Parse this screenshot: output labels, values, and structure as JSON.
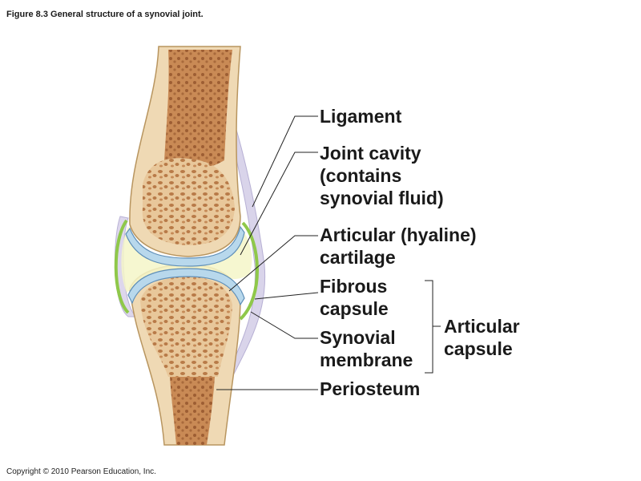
{
  "caption": "Figure 8.3  General structure of a synovial joint.",
  "copyright": "Copyright © 2010 Pearson Education, Inc.",
  "labels": {
    "ligament": "Ligament",
    "joint_cavity": [
      "Joint cavity",
      "(contains",
      "synovial fluid)"
    ],
    "articular_cartilage": [
      "Articular (hyaline)",
      "cartilage"
    ],
    "fibrous_capsule": [
      "Fibrous",
      "capsule"
    ],
    "synovial_membrane": [
      "Synovial",
      "membrane"
    ],
    "periosteum": "Periosteum",
    "articular_capsule": [
      "Articular",
      "capsule"
    ]
  },
  "colors": {
    "bone": "#efd9b4",
    "spongy_bone": "#c88b57",
    "cartilage": "#b8d8ec",
    "synovial_membrane": "#8fc84a",
    "ligament": "#d9d4ea",
    "leader_line": "#222222"
  }
}
